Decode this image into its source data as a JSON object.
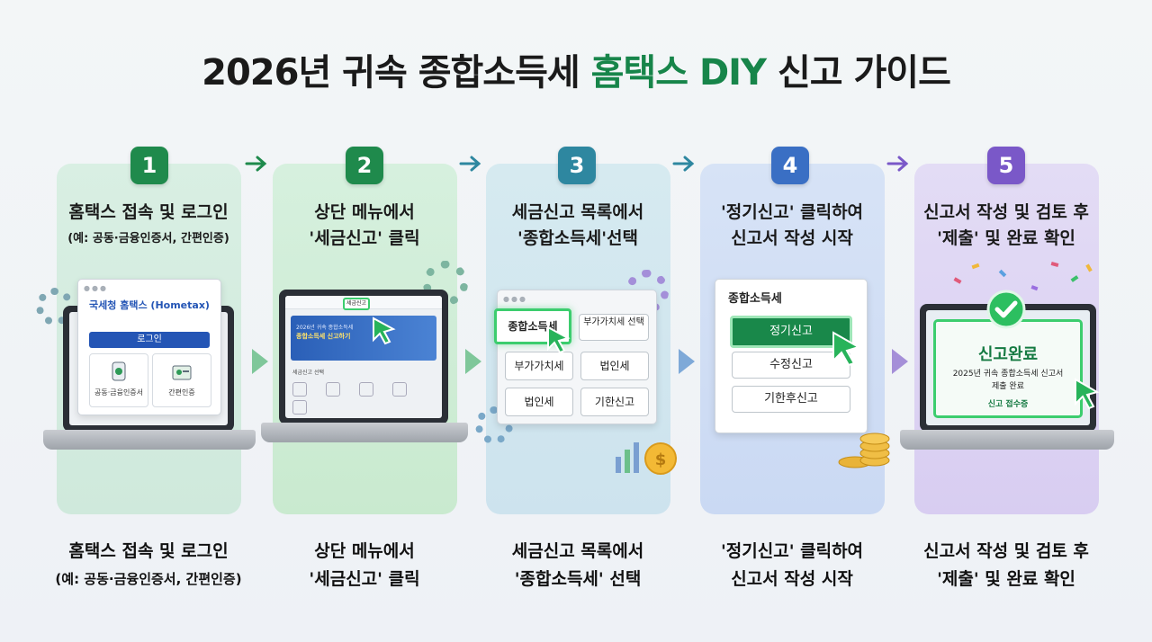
{
  "title": {
    "part1": "2026년 귀속 종합소득세 ",
    "accent": "홈택스 DIY",
    "part2": " 신고 가이드"
  },
  "colors": {
    "accent_green": "#17854a",
    "step1": "#1f8a4c",
    "step2": "#1f8a4c",
    "step3": "#2e87a0",
    "step4": "#3a6fc4",
    "step5": "#7a58c8"
  },
  "steps": [
    {
      "num": "1",
      "line1": "홈택스 접속 및 로그인",
      "line2": "(예: 공동·금융인증서, 간편인증)",
      "bottom1": "홈택스 접속 및 로그인",
      "bottom2": "(예: 공동·금융인증서, 간편인증)"
    },
    {
      "num": "2",
      "line1": "상단 메뉴에서",
      "line2": "'세금신고' 클릭",
      "bottom1": "상단 메뉴에서",
      "bottom2": "'세금신고' 클릭"
    },
    {
      "num": "3",
      "line1": "세금신고 목록에서",
      "line2": "'종합소득세'선택",
      "bottom1": "세금신고 목록에서",
      "bottom2": "'종합소득세' 선택"
    },
    {
      "num": "4",
      "line1": "'정기신고' 클릭하여",
      "line2": "신고서 작성 시작",
      "bottom1": "'정기신고' 클릭하여",
      "bottom2": "신고서 작성 시작"
    },
    {
      "num": "5",
      "line1": "신고서 작성 및 검토 후",
      "line2": "'제출' 및 완료 확인",
      "bottom1": "신고서 작성 및 검토 후",
      "bottom2": "'제출' 및 완료 확인"
    }
  ],
  "screen1": {
    "header": "국세청 홈택스 (Hometax)",
    "login": "로그인",
    "opt1": "공동·금융인증서",
    "opt2": "간편인증"
  },
  "screen2": {
    "menu_highlight": "세금신고",
    "banner": "2026년 귀속 종합소득세",
    "banner2": "종합소득세 신고하기",
    "list_label": "세금신고 선택"
  },
  "screen3": {
    "items": [
      "종합소득세",
      "부가가치세 선택",
      "부가가치세",
      "법인세",
      "법인세",
      "기한신고"
    ]
  },
  "screen4": {
    "header": "종합소득세",
    "primary": "정기신고",
    "second": "수정신고",
    "third": "기한후신고"
  },
  "screen5": {
    "done": "신고완료",
    "msg1": "2025년 귀속 종합소득세 신고서",
    "msg2": "제출 완료",
    "receipt": "신고 접수증"
  },
  "icons": [
    "arrow-right-icon",
    "gear-icon",
    "cursor-arrow-icon",
    "check-circle-icon",
    "phone-icon",
    "id-card-icon",
    "coin-stack-icon",
    "dollar-coin-icon",
    "confetti-icon"
  ]
}
